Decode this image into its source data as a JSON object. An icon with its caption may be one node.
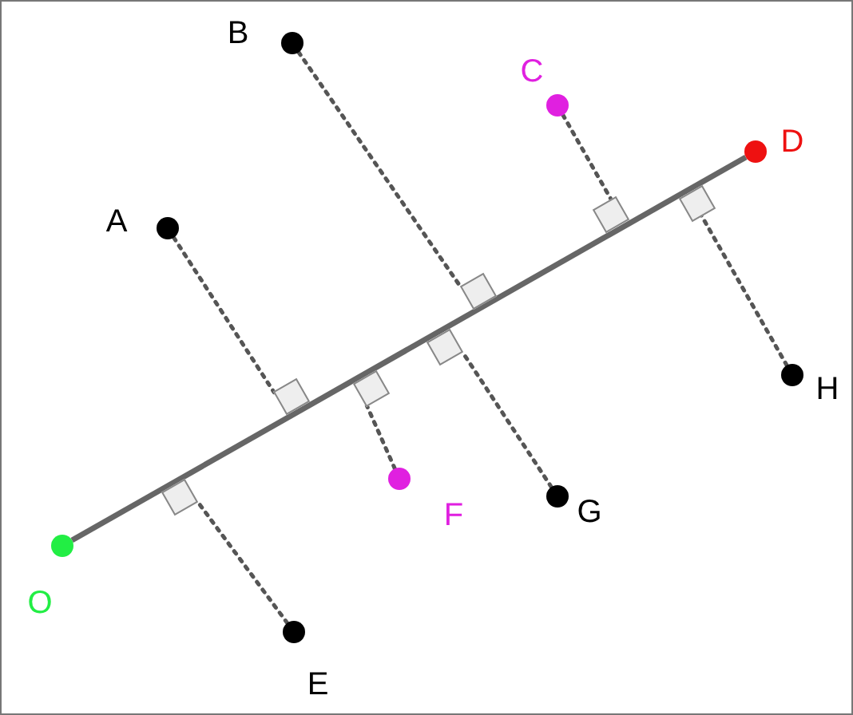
{
  "diagram": {
    "nodes": [
      {
        "text": [],
        "shape": "circle",
        "beside": [
          "B"
        ]
      },
      {
        "text": [],
        "shape": "circle",
        "beside": [
          "C"
        ]
      },
      {
        "text": [],
        "shape": "circle",
        "beside": [
          "D"
        ]
      },
      {
        "text": [],
        "shape": "circle",
        "beside": [
          "A"
        ]
      },
      {
        "text": [],
        "shape": "circle",
        "beside": [
          "H"
        ]
      },
      {
        "text": [],
        "shape": "circle",
        "beside": [
          "F"
        ]
      },
      {
        "text": [],
        "shape": "circle",
        "beside": [
          "G"
        ]
      },
      {
        "text": [],
        "shape": "circle",
        "beside": [
          "O"
        ]
      },
      {
        "text": [],
        "shape": "circle",
        "beside": [
          "E"
        ]
      },
      {
        "text": [],
        "shape": "box"
      },
      {
        "text": [],
        "shape": "box"
      },
      {
        "text": [],
        "shape": "box"
      },
      {
        "text": [],
        "shape": "box"
      },
      {
        "text": [],
        "shape": "box"
      },
      {
        "text": [],
        "shape": "box"
      },
      {
        "text": [],
        "shape": "box"
      }
    ],
    "edges": [
      {
        "from": 7,
        "to": 2,
        "arrow": "none"
      },
      {
        "from": 8,
        "to": 9,
        "arrow": "none",
        "style": "dashed"
      },
      {
        "from": 3,
        "to": 10,
        "arrow": "none",
        "style": "dashed"
      },
      {
        "from": 5,
        "to": 11,
        "arrow": "none",
        "style": "dashed"
      },
      {
        "from": 6,
        "to": 12,
        "arrow": "none",
        "style": "dashed"
      },
      {
        "from": 0,
        "to": 13,
        "arrow": "none",
        "style": "dashed"
      },
      {
        "from": 1,
        "to": 14,
        "arrow": "none",
        "style": "dashed"
      },
      {
        "from": 4,
        "to": 15,
        "arrow": "none",
        "style": "dashed"
      }
    ]
  }
}
